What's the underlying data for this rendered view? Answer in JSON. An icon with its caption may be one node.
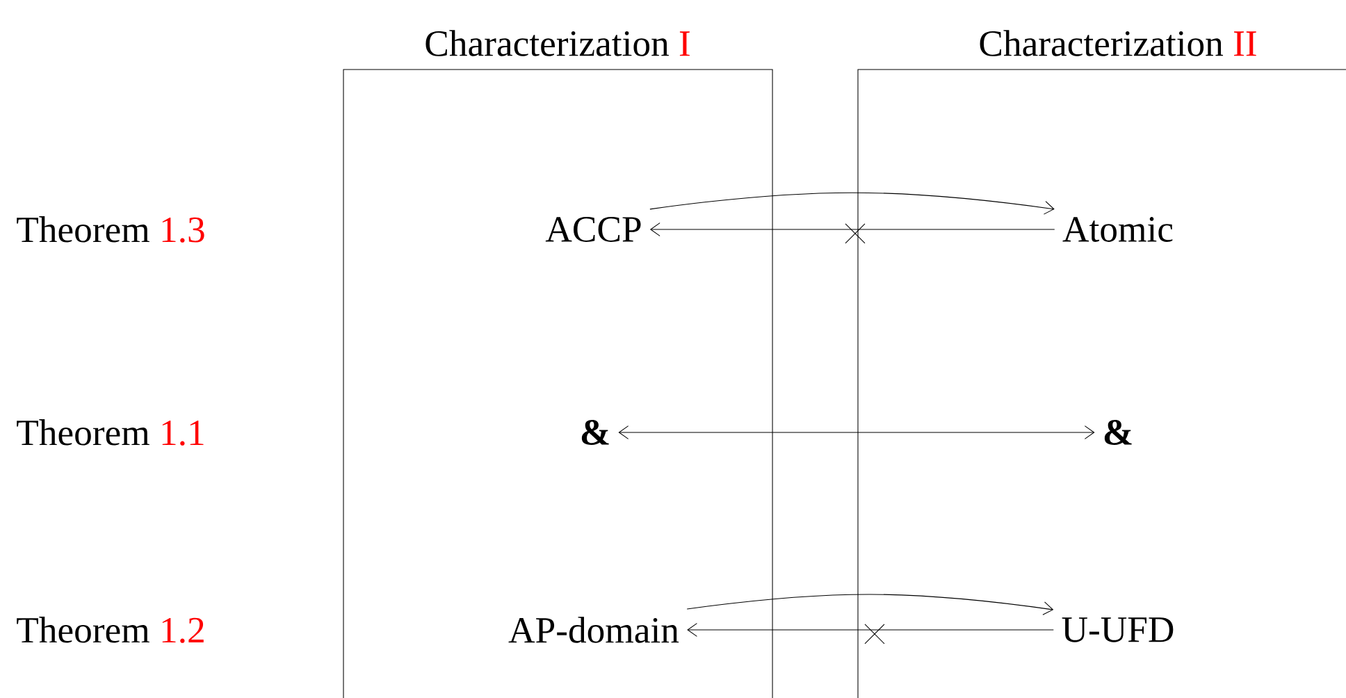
{
  "diagram": {
    "nodes": [
      {
        "text": [
          "Characterization",
          "I"
        ]
      },
      {
        "text": [
          "Characterization",
          "II"
        ]
      },
      {
        "text": [
          "ACCP"
        ],
        "in": 0
      },
      {
        "text": [
          "Atomic"
        ],
        "in": 1
      },
      {
        "text": [
          "**&**"
        ],
        "in": 0
      },
      {
        "text": [
          "**&**"
        ],
        "in": 1
      },
      {
        "text": [
          "AP-domain"
        ],
        "in": 0
      },
      {
        "text": [
          "U-UFD"
        ],
        "in": 1
      }
    ],
    "edges": [
      {
        "from": 2,
        "to": 3,
        "arrow": "to"
      },
      {
        "from": 3,
        "to": 2,
        "arrow": "to"
      },
      {
        "from": 4,
        "to": 5,
        "arrow": "both"
      },
      {
        "from": 6,
        "to": 7,
        "arrow": "to"
      },
      {
        "from": 7,
        "to": 6,
        "arrow": "to"
      }
    ],
    "labels": [
      "Theorem",
      "1.3",
      "Theorem",
      "1.1",
      "Theorem",
      "1.2"
    ]
  }
}
